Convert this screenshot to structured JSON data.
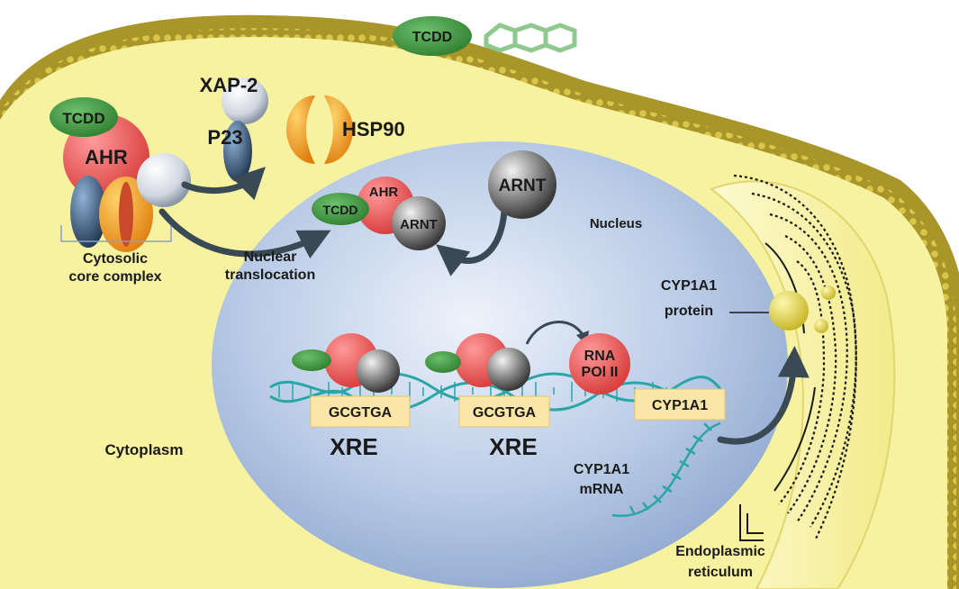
{
  "ligand": {
    "name": "TCDD"
  },
  "core_complex": {
    "tcdd": "TCDD",
    "ahr": "AHR",
    "caption": [
      "Cytosolic",
      "core complex"
    ]
  },
  "chaperones": {
    "xap2": "XAP-2",
    "p23": "P23",
    "hsp90": "HSP90"
  },
  "translocation": {
    "caption": [
      "Nuclear",
      "translocation"
    ]
  },
  "nucleus": {
    "label": "Nucleus",
    "complex": {
      "tcdd": "TCDD",
      "ahr": "AHR",
      "arnt": "ARNT"
    },
    "free_arnt": "ARNT"
  },
  "dna": {
    "xre_box_1": "GCGTGA",
    "xre_box_2": "GCGTGA",
    "xre_label_1": "XRE",
    "xre_label_2": "XRE",
    "gene_box": "CYP1A1",
    "polymerase": [
      "RNA",
      "POl II"
    ]
  },
  "mrna": {
    "label": [
      "CYP1A1",
      "mRNA"
    ]
  },
  "protein": {
    "label": [
      "CYP1A1",
      "protein"
    ]
  },
  "er": {
    "label": [
      "Endoplasmic",
      "reticulum"
    ]
  },
  "cytoplasm": {
    "label": "Cytoplasm"
  },
  "colors": {
    "cytoplasm": "#f7f2a0",
    "membrane": "#d8c84a",
    "nucleus": "#b9cbe6",
    "ahr": "#e85a5a",
    "tcdd": "#3f9a3f",
    "arnt": "#7d7d7d",
    "hsp90": "#f0a020",
    "dna": "#2aa6a6",
    "box": "#fbe6a8",
    "arrow": "#3a4a55"
  }
}
